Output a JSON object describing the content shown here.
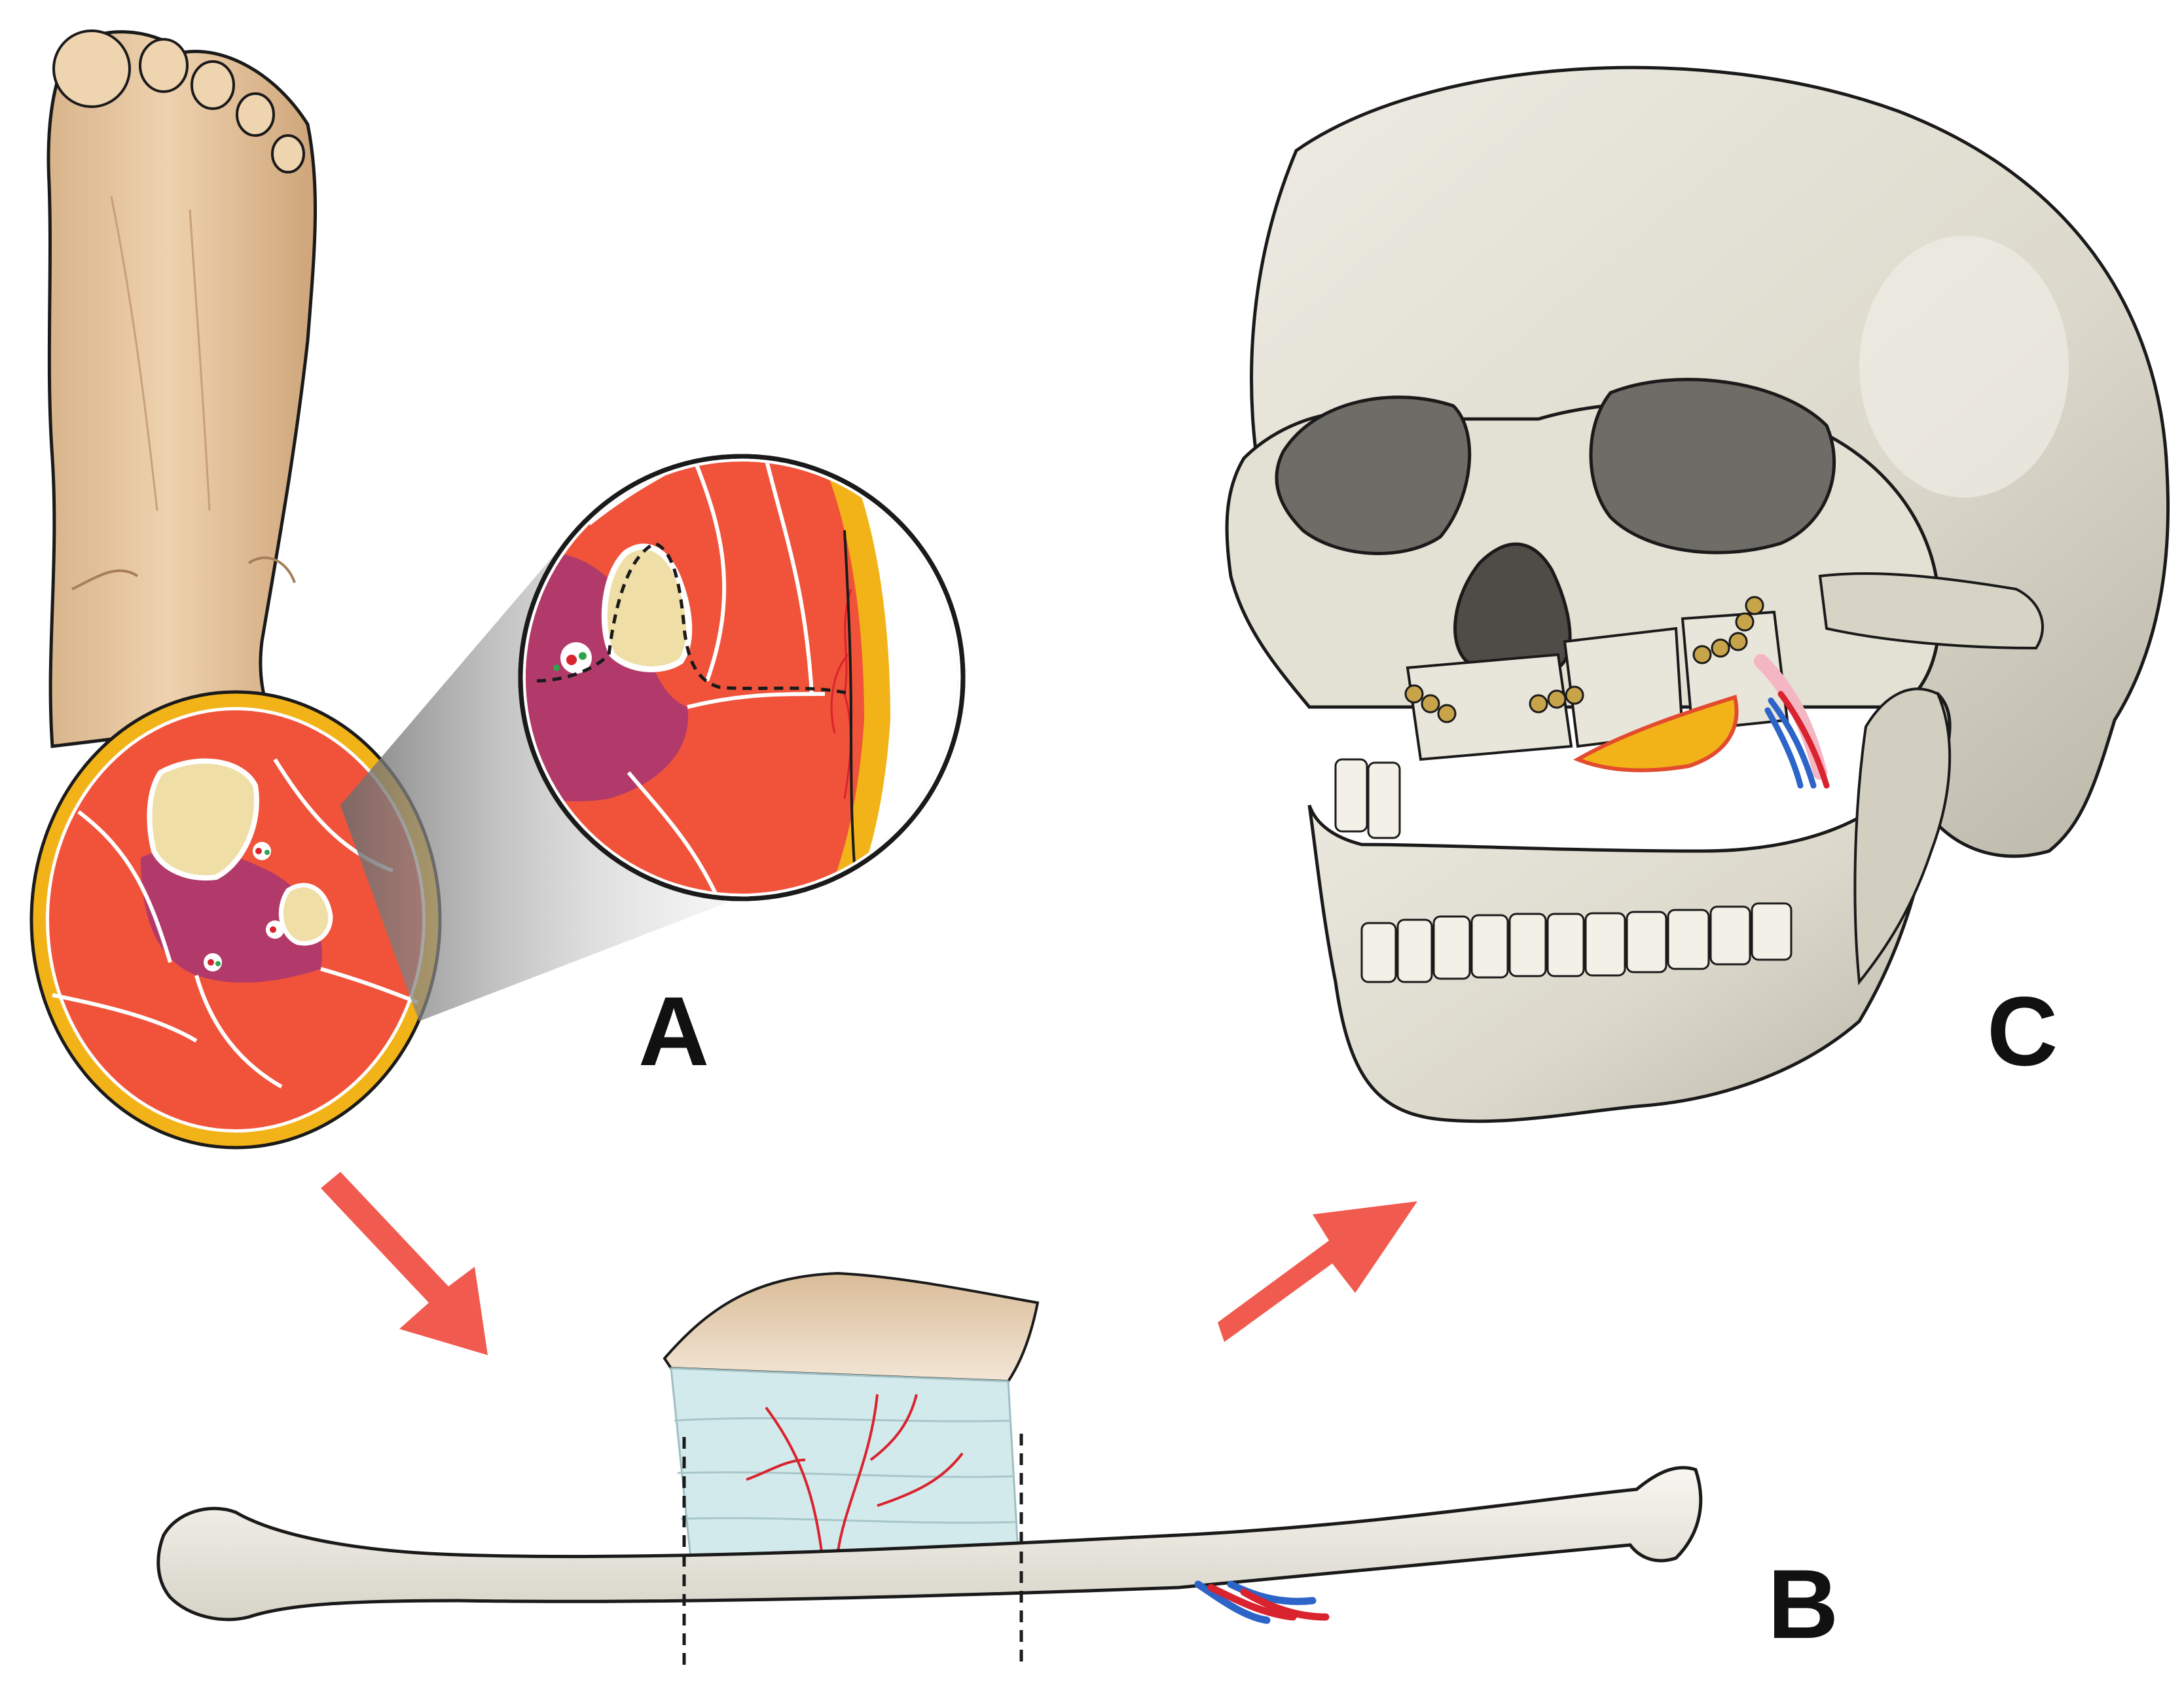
{
  "labels": {
    "a": "A",
    "b": "B",
    "c": "C"
  },
  "colors": {
    "skin": "#E9C9A2",
    "skin_shadow": "#C9A27A",
    "fat_layer": "#F2B318",
    "muscle": "#F0533A",
    "muscle_deep": "#B23A6A",
    "bone_marrow": "#EFDFA6",
    "bone": "#EDEBE2",
    "skull": "#DEDBCF",
    "skull_shadow": "#A9A698",
    "graft_tissue": "#D3EAEC",
    "artery": "#D9232E",
    "vein": "#2C64C8",
    "arrow": "#F15A4F",
    "plate": "#C7A34A",
    "outline": "#1A1A1A"
  },
  "icons": {
    "flow_arrow_1": "arrow-down-right-icon",
    "flow_arrow_2": "arrow-up-right-icon"
  }
}
